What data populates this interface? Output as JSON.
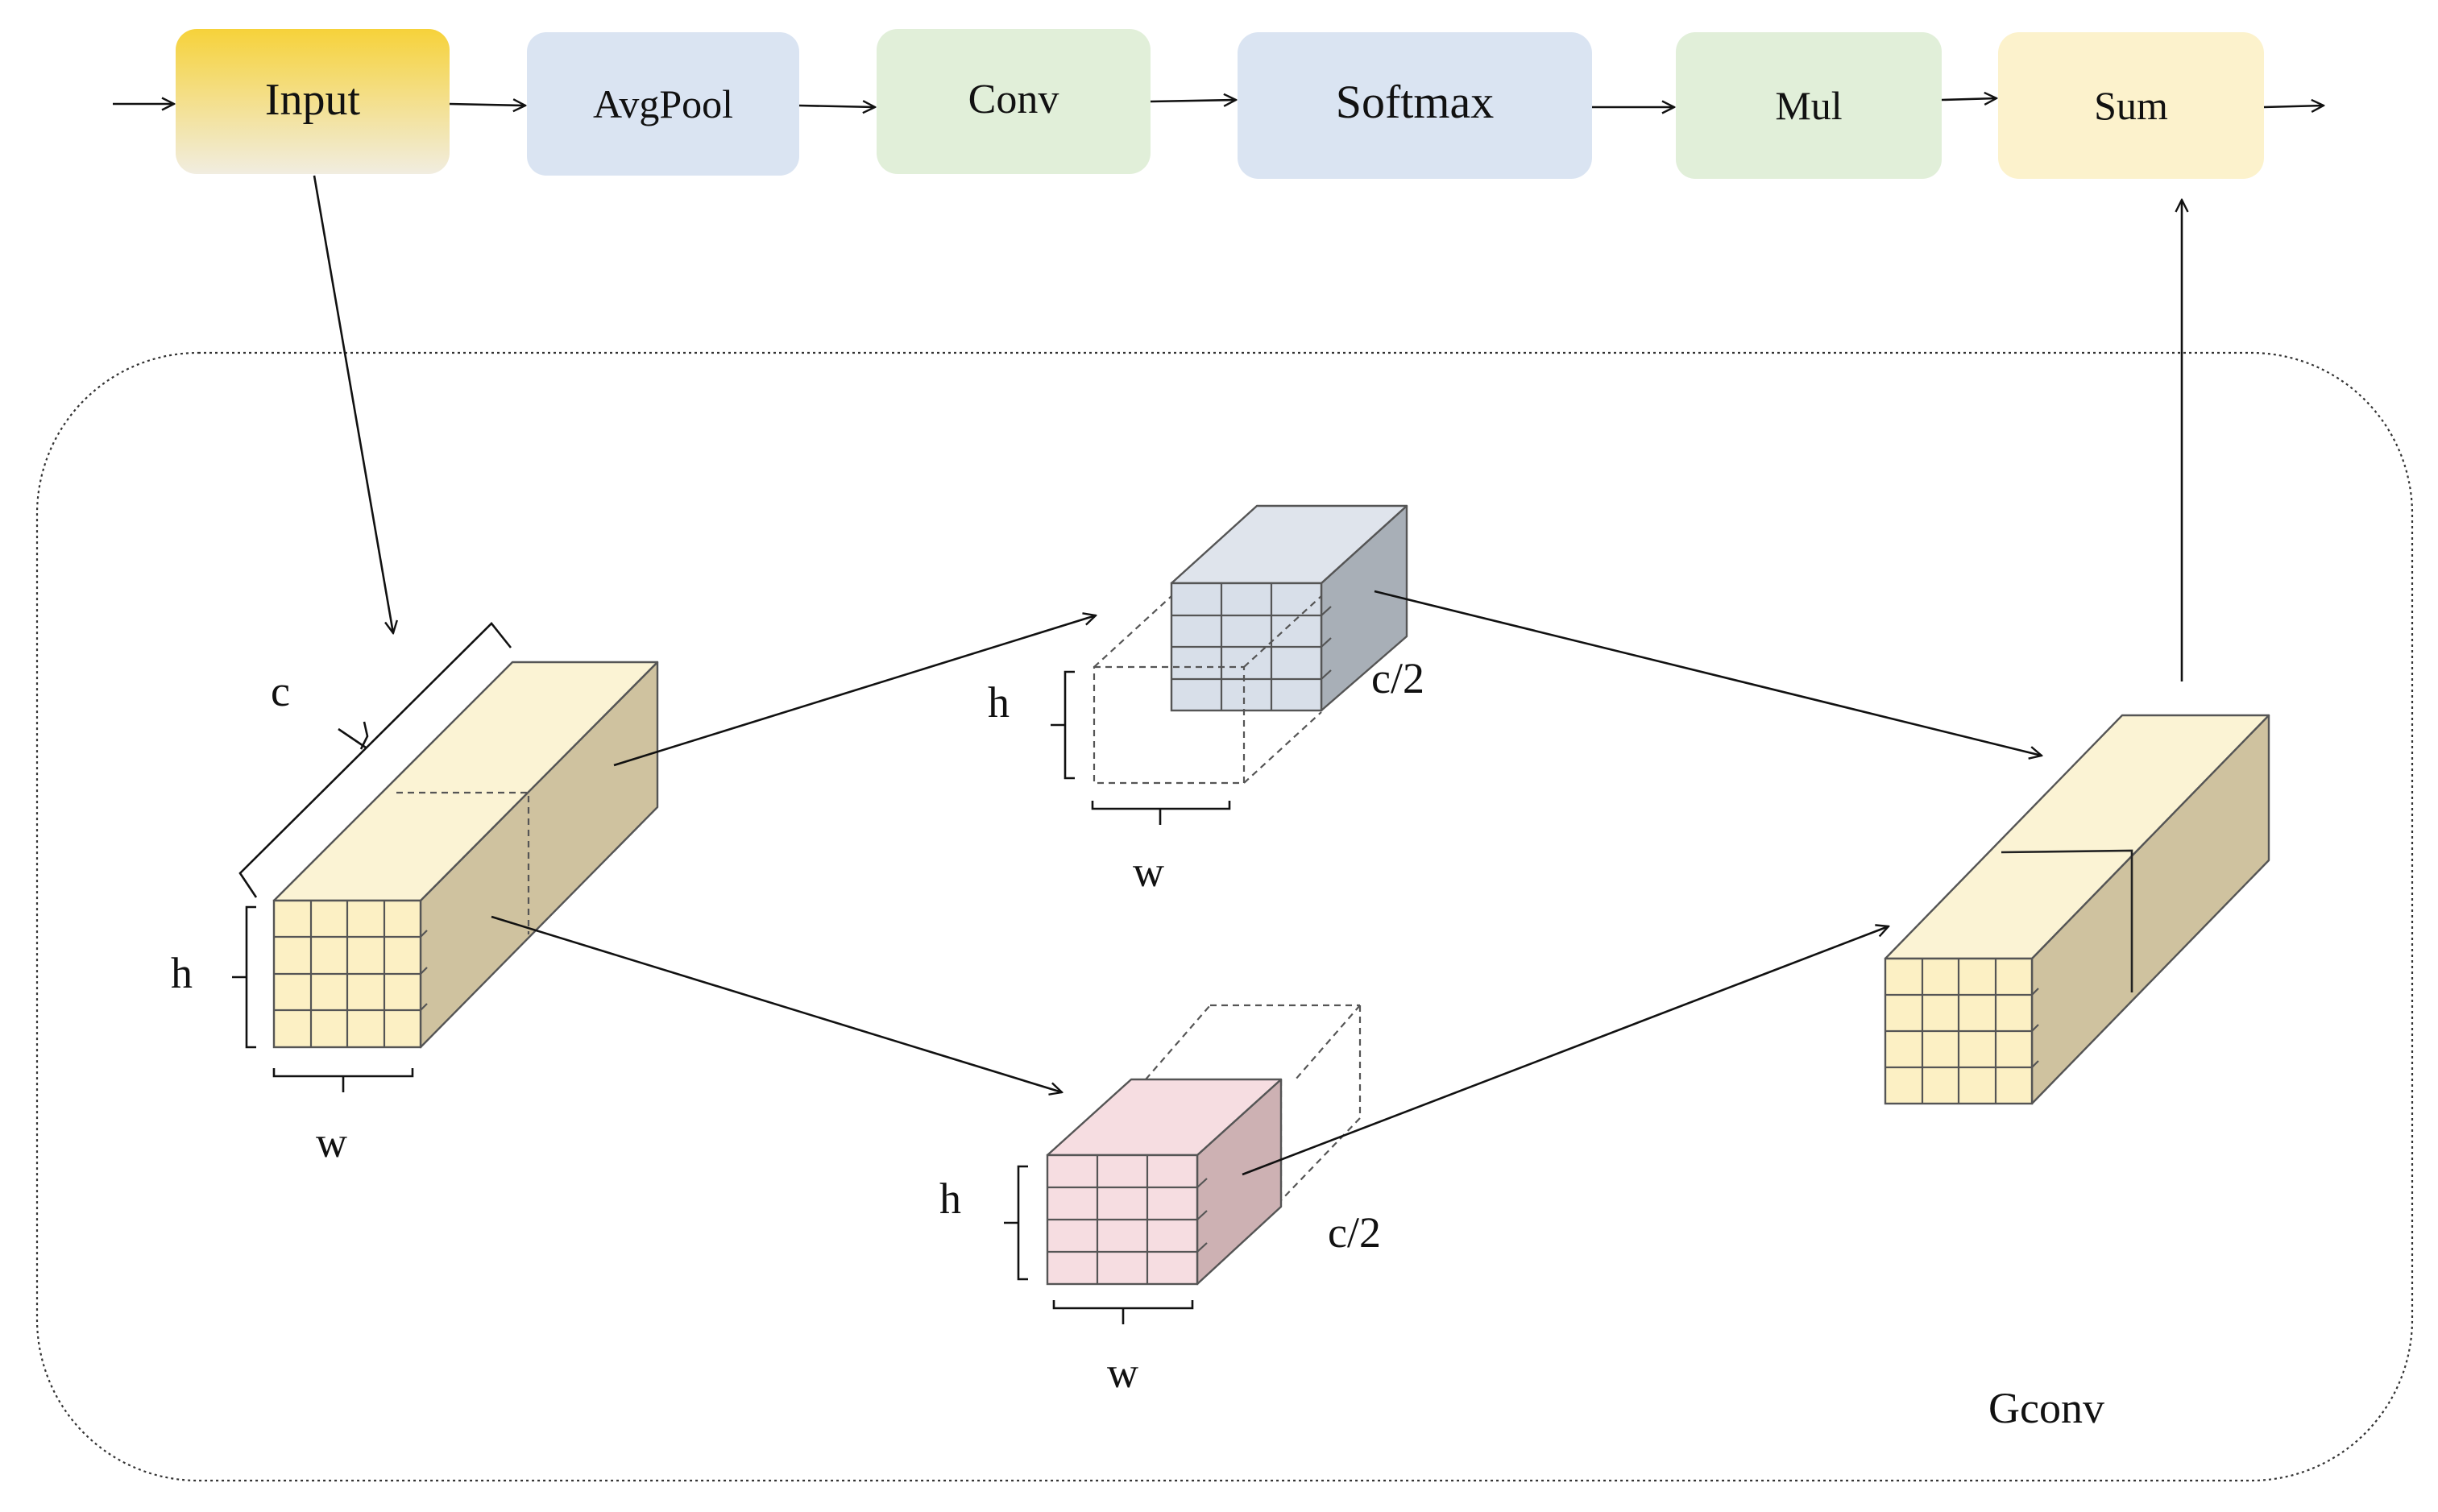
{
  "pipeline": {
    "nodes": [
      {
        "id": "input",
        "label": "Input"
      },
      {
        "id": "avgpool",
        "label": "AvgPool"
      },
      {
        "id": "conv",
        "label": "Conv"
      },
      {
        "id": "softmax",
        "label": "Softmax"
      },
      {
        "id": "mul",
        "label": "Mul"
      },
      {
        "id": "sum",
        "label": "Sum"
      }
    ]
  },
  "gconv": {
    "label": "Gconv",
    "input_tensor": {
      "channel_label": "c",
      "height_label": "h",
      "width_label": "w"
    },
    "upper_split": {
      "height_label": "h",
      "width_label": "w",
      "channel_label": "c/2"
    },
    "lower_split": {
      "height_label": "h",
      "width_label": "w",
      "channel_label": "c/2"
    }
  },
  "colors": {
    "input_gradient_top": "#f6d23a",
    "input_gradient_bottom": "#f1ede0",
    "avgpool": "#dae4f2",
    "conv": "#e1efd9",
    "softmax": "#dae4f2",
    "mul": "#e1efd9",
    "sum": "#fcf2cc",
    "tensor_yellow_front": "#fcf0c4",
    "tensor_yellow_top": "#fbf3d4",
    "tensor_yellow_side": "#cfc29f",
    "tensor_blue_front": "#d8dfe9",
    "tensor_blue_side": "#a8afb7",
    "tensor_pink_front": "#f6dde1",
    "tensor_pink_side": "#cdb1b3"
  }
}
